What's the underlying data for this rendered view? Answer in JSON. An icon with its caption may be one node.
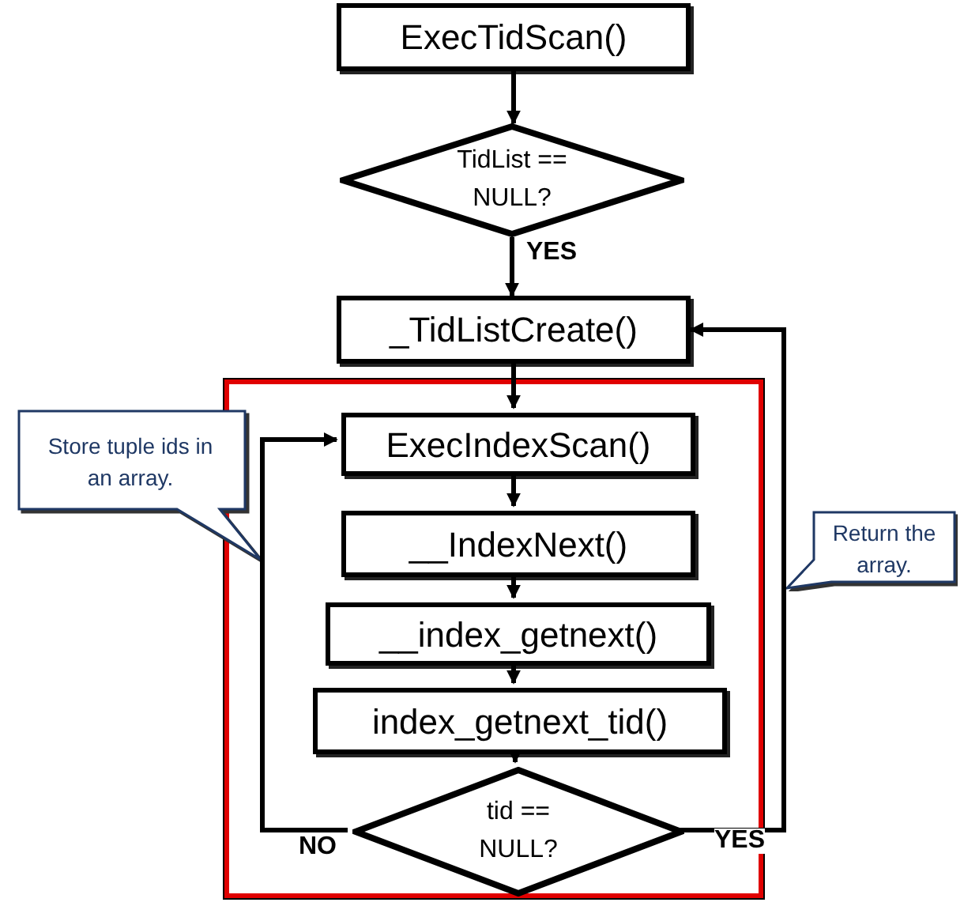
{
  "diagram": {
    "nodes": [
      {
        "text": [
          "ExecTidScan()"
        ]
      },
      {
        "text": [
          "TidList == NULL?"
        ]
      },
      {
        "text": [
          "_TidListCreate()"
        ]
      },
      {
        "text": [],
        "shape": "box"
      },
      {
        "text": [
          "ExecIndexScan()"
        ],
        "in": 3
      },
      {
        "text": [
          "__IndexNext()"
        ],
        "in": 3
      },
      {
        "text": [
          "__index_getnext()"
        ],
        "in": 3
      },
      {
        "text": [
          "index_getnext_tid()"
        ],
        "in": 3
      },
      {
        "text": [
          "tid == NULL?"
        ],
        "in": 3
      },
      {
        "text": [
          "Store tuple ids in an array."
        ]
      },
      {
        "text": [
          "Return the array."
        ]
      }
    ],
    "edges": [
      {
        "from": 0,
        "to": 1,
        "arrow": "to"
      },
      {
        "from": 1,
        "to": 2,
        "arrow": "to",
        "label": "YES"
      },
      {
        "from": 2,
        "to": 4,
        "arrow": "to"
      },
      {
        "from": 4,
        "to": 5,
        "arrow": "to"
      },
      {
        "from": 5,
        "to": 6,
        "arrow": "to"
      },
      {
        "from": 6,
        "to": 7,
        "arrow": "to"
      },
      {
        "from": 7,
        "to": 8,
        "arrow": "to"
      },
      {
        "from": 8,
        "to": 4,
        "arrow": "to",
        "label": "NO"
      },
      {
        "from": 8,
        "to": 2,
        "arrow": "to",
        "label": "YES"
      }
    ]
  }
}
